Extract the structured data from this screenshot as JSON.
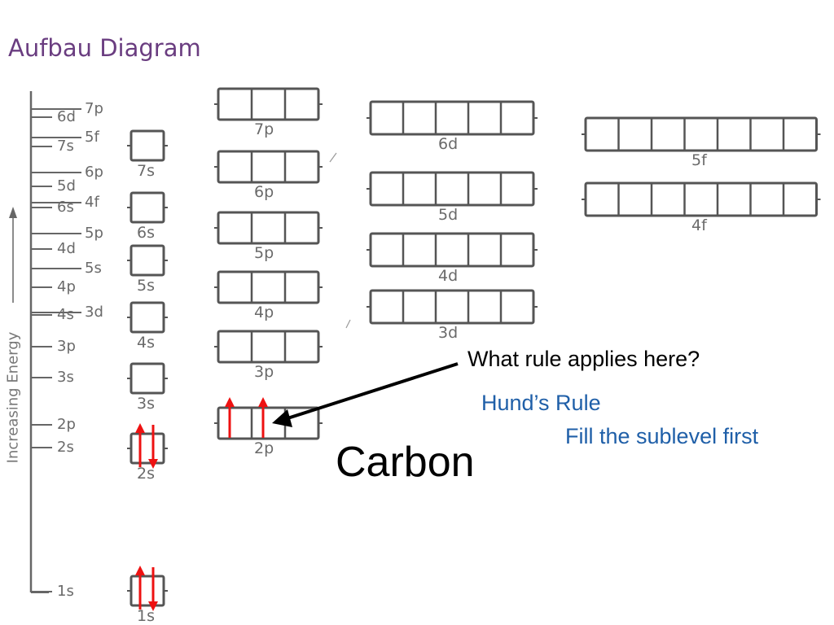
{
  "title": "Aufbau Diagram",
  "energy_axis": {
    "label": "Increasing Energy",
    "levels_left": [
      "6d",
      "7s",
      "5d",
      "6s",
      "4d",
      "4p",
      "4s",
      "3p",
      "3s",
      "2p",
      "2s",
      "1s"
    ],
    "levels_right": [
      "7p",
      "5f",
      "6p",
      "4f",
      "5p",
      "5s",
      "3d"
    ]
  },
  "sublevels": {
    "s": [
      "7s",
      "6s",
      "5s",
      "4s",
      "3s",
      "2s",
      "1s"
    ],
    "p": [
      "7p",
      "6p",
      "5p",
      "4p",
      "3p",
      "2p"
    ],
    "d": [
      "6d",
      "5d",
      "4d",
      "3d"
    ],
    "f": [
      "5f",
      "4f"
    ]
  },
  "electrons": {
    "1s": [
      "up",
      "down"
    ],
    "2s": [
      "up",
      "down"
    ],
    "2p": [
      "up",
      "up",
      ""
    ]
  },
  "question": "What rule applies here?",
  "answer": "Hund’s Rule",
  "explanation": "Fill the sublevel first",
  "element": "Carbon",
  "colors": {
    "title": "#6a3d80",
    "answer": "#1f5fa8",
    "electron_arrow": "#ee1111",
    "box_stroke": "#555555"
  }
}
